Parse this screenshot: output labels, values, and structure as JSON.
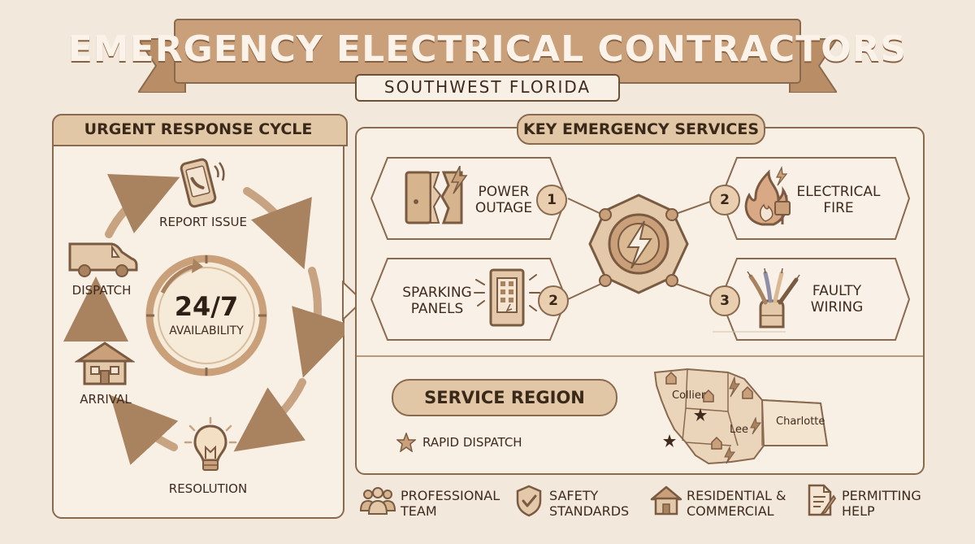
{
  "banner": {
    "title": "EMERGENCY ELECTRICAL CONTRACTORS",
    "subtitle": "SOUTHWEST FLORIDA"
  },
  "cycle": {
    "header": "URGENT RESPONSE CYCLE",
    "center_big": "24/7",
    "center_small": "AVAILABILITY",
    "steps": [
      "REPORT ISSUE",
      "DISPATCH",
      "ARRIVAL",
      "RESOLUTION"
    ]
  },
  "services": {
    "header": "KEY EMERGENCY SERVICES",
    "items": [
      {
        "label": "POWER OUTAGE",
        "line1": "POWER",
        "line2": "OUTAGE",
        "num": "1"
      },
      {
        "label": "ELECTRICAL FIRE",
        "line1": "ELECTRICAL",
        "line2": "FIRE",
        "num": "2"
      },
      {
        "label": "SPARKING PANELS",
        "line1": "SPARKING",
        "line2": "PANELS",
        "num": "2"
      },
      {
        "label": "FAULTY WIRING",
        "line1": "FAULTY",
        "line2": "WIRING",
        "num": "3"
      }
    ]
  },
  "region": {
    "header": "SERVICE REGION",
    "legend": "RAPID DISPATCH",
    "counties": [
      "Collier",
      "Lee",
      "Charlotte"
    ]
  },
  "footer": [
    {
      "icon": "team-icon",
      "line1": "PROFESSIONAL",
      "line2": "TEAM"
    },
    {
      "icon": "shield-check-icon",
      "line1": "SAFETY",
      "line2": "STANDARDS"
    },
    {
      "icon": "house-icon",
      "line1": "RESIDENTIAL &",
      "line2": "COMMERCIAL"
    },
    {
      "icon": "document-pen-icon",
      "line1": "PERMITTING",
      "line2": "HELP"
    }
  ],
  "colors": {
    "background": "#f3e8dc",
    "accent": "#c9a07a",
    "line": "#8a6a4f",
    "text": "#3f2b1d"
  }
}
